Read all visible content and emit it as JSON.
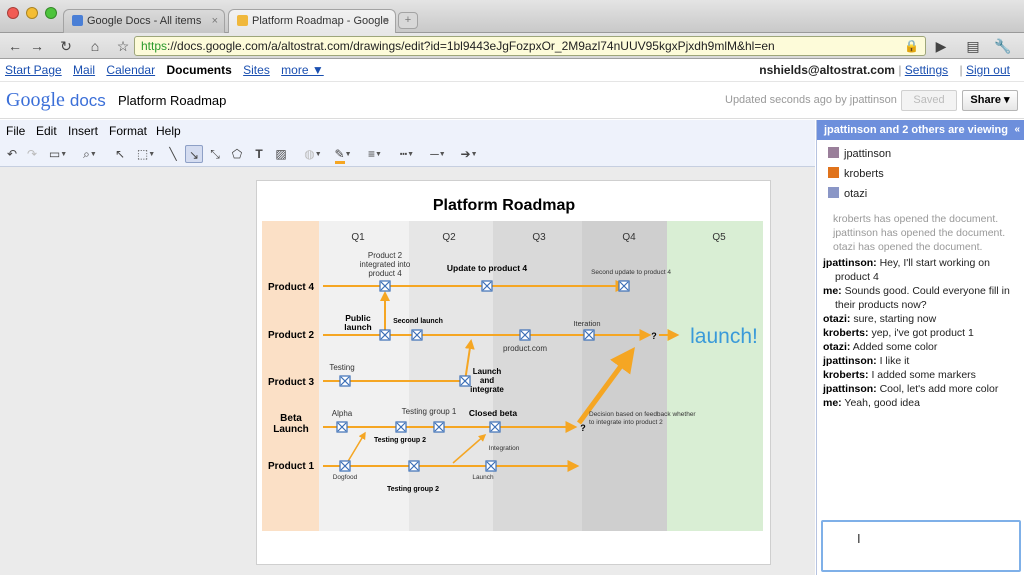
{
  "browser": {
    "tabs": [
      {
        "label": "Google Docs - All items",
        "close": "×"
      },
      {
        "label": "Platform Roadmap - Google",
        "close": "×"
      }
    ],
    "new_tab": "+",
    "url_scheme": "https",
    "url_rest": "://docs.google.com/a/altostrat.com/drawings/edit?id=1bl9443eJgFozpxOr_2M9azl74nUUV95kgxPjxdh9mlM&hl=en"
  },
  "gbar": {
    "links": [
      "Start Page",
      "Mail",
      "Calendar",
      "Documents",
      "Sites",
      "more ▼"
    ],
    "user": "nshields@altostrat.com",
    "sep": "|",
    "settings": "Settings",
    "signout": "Sign out"
  },
  "doc": {
    "logo_google": "Google",
    "logo_docs": "docs",
    "title": "Platform Roadmap",
    "status": "Updated seconds ago by jpattinson",
    "saved": "Saved",
    "share": "Share ▾"
  },
  "menu": [
    "File",
    "Edit",
    "Insert",
    "Format",
    "Help"
  ],
  "drawing": {
    "title": "Platform Roadmap",
    "quarters": [
      "Q1",
      "Q2",
      "Q3",
      "Q4",
      "Q5"
    ],
    "rows": [
      "Product 4",
      "Product 2",
      "Product 3",
      "Beta Launch",
      "Product 1"
    ],
    "labels": {
      "p2_integrated": "Product 2 integrated into product 4",
      "update_p4": "Update to product 4",
      "second_update_p4": "Second update to product 4",
      "public_launch": "Public launch",
      "second_launch": "Second launch",
      "iteration": "Iteration",
      "product_com": "product.com",
      "launch_bang": "launch!",
      "testing": "Testing",
      "launch_integrate": "Launch and integrate",
      "alpha": "Alpha",
      "testing_group_1": "Testing group 1",
      "closed_beta": "Closed beta",
      "testing_group_2_a": "Testing group 2",
      "decision": "Decision based on feedback whether to integrate into product 2",
      "integration": "Integration",
      "dogfood": "Dogfood",
      "launch_small": "Launch",
      "testing_group_2_b": "Testing group 2",
      "question": "?"
    },
    "colors": {
      "arrow": "#f5a623",
      "milestone": "#3b6fb6",
      "launch_text": "#3a9ad9",
      "side_band": "#fbe0c6",
      "q5_band": "#d9eed4"
    }
  },
  "sidepanel": {
    "header": "jpattinson and 2 others are viewing",
    "collapse": "«",
    "viewers": [
      {
        "name": "jpattinson",
        "color": "#9a7f9a"
      },
      {
        "name": "kroberts",
        "color": "#e0731c"
      },
      {
        "name": "otazi",
        "color": "#8a96c6"
      }
    ],
    "activity": [
      "kroberts has opened the document.",
      "jpattinson has opened the document.",
      "otazi has opened the document."
    ],
    "chat": [
      {
        "who": "jpattinson:",
        "text": "Hey, I'll start working on product 4"
      },
      {
        "who": "me:",
        "text": "Sounds good. Could everyone fill in their products now?"
      },
      {
        "who": "otazi:",
        "text": "sure, starting now"
      },
      {
        "who": "kroberts:",
        "text": "yep, i've got product 1"
      },
      {
        "who": "otazi:",
        "text": "Added some color"
      },
      {
        "who": "jpattinson:",
        "text": "I like it"
      },
      {
        "who": "kroberts:",
        "text": "I added some markers"
      },
      {
        "who": "jpattinson:",
        "text": "Cool, let's add more color"
      },
      {
        "who": "me:",
        "text": "Yeah, good idea"
      }
    ],
    "input_value": ""
  }
}
